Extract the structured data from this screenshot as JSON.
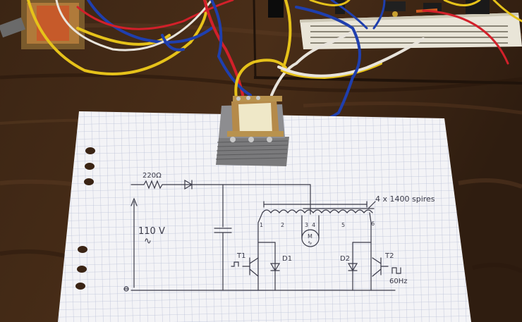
{
  "scene": {
    "alt": "Photo of a small transformer with coloured wires on a wooden desk, a breadboard in the background, and a hand-drawn circuit schematic on grid paper in the foreground"
  },
  "colors": {
    "wood_dark": "#2e1c10",
    "wood_light": "#5a3a22",
    "paper": "#f4f4f6",
    "grid": "#b8bfd4",
    "ink": "#3a3a48",
    "wire_red": "#d2202a",
    "wire_blue": "#1f3fae",
    "wire_yellow": "#e6c21a",
    "wire_white": "#e8e4dc"
  },
  "schematic": {
    "resistor_label": "220Ω",
    "source_label": "110 V",
    "source_symbol": "∿",
    "coil_label": "4 x 1400 spires",
    "tap_labels": [
      "1",
      "2",
      "3",
      "4",
      "5",
      "6"
    ],
    "motor_label": "M",
    "motor_symbol": "∿",
    "t1_label": "T1",
    "d1_label": "D1",
    "d2_label": "D2",
    "t2_label": "T2",
    "freq_label": "60Hz"
  }
}
